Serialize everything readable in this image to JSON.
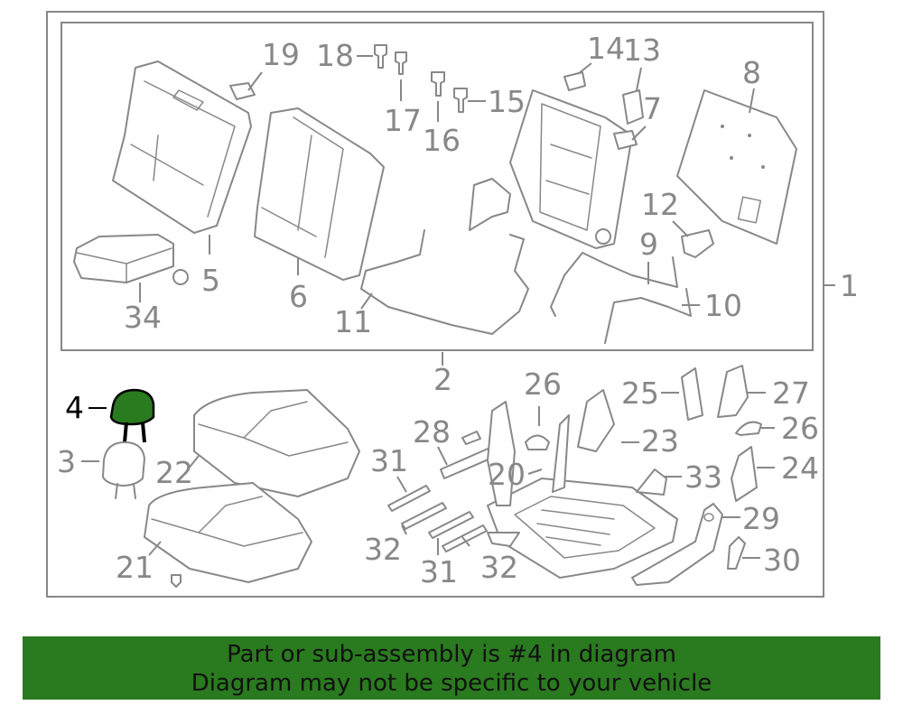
{
  "callouts": {
    "c1": "1",
    "c2": "2",
    "c3": "3",
    "c4": "4",
    "c5": "5",
    "c6": "6",
    "c7": "7",
    "c8": "8",
    "c9": "9",
    "c10": "10",
    "c11": "11",
    "c12": "12",
    "c13": "13",
    "c14": "14",
    "c15": "15",
    "c16": "16",
    "c17": "17",
    "c18": "18",
    "c19": "19",
    "c20": "20",
    "c21": "21",
    "c22": "22",
    "c23": "23",
    "c24": "24",
    "c25": "25",
    "c26a": "26",
    "c26b": "26",
    "c27": "27",
    "c28": "28",
    "c29": "29",
    "c30": "30",
    "c31a": "31",
    "c31b": "31",
    "c32a": "32",
    "c32b": "32",
    "c33": "33",
    "c34": "34"
  },
  "highlight": {
    "part": "4",
    "color": "#2a7a1f"
  },
  "banner": {
    "line1": "Part or sub-assembly is #4 in diagram",
    "line2": "Diagram may not be specific to your vehicle",
    "color": "#2a7a1f"
  }
}
